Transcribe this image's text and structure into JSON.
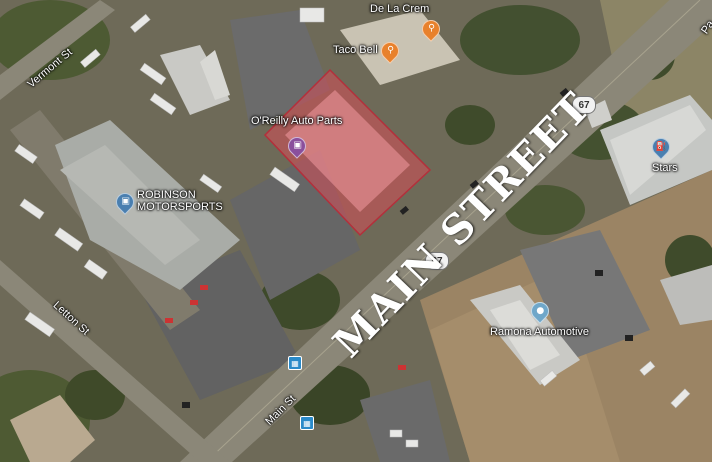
{
  "streets": {
    "vermont": "Vermont St",
    "letton": "Letton St",
    "main": "Main St",
    "partial": "Pa"
  },
  "route_shields": [
    "67",
    "67"
  ],
  "pois": {
    "oreilly": {
      "name": "O'Reilly Auto Parts",
      "icon": "shopping-bag-icon",
      "color": "#8a4f9c"
    },
    "robinson": {
      "name_line1": "ROBINSON",
      "name_line2": "MOTORSPORTS",
      "icon": "shopping-bag-icon",
      "color": "#4a7fb0"
    },
    "taco_bell": {
      "name": "Taco Bell",
      "icon": "fork-knife-icon",
      "color": "#e8812c"
    },
    "de_la_crem": {
      "name": "De La Crem",
      "icon": "fork-knife-icon",
      "color": "#e8812c"
    },
    "stars": {
      "name": "Stars",
      "icon": "gas-station-icon",
      "color": "#4a7fb0"
    },
    "ramona": {
      "name": "Ramona Automotive",
      "icon": "map-pin-icon",
      "color": "#6fa7c9"
    }
  },
  "overlay_text": "MAIN STREET",
  "colors": {
    "highlight": "#e04a56",
    "road": "#8b8778"
  }
}
